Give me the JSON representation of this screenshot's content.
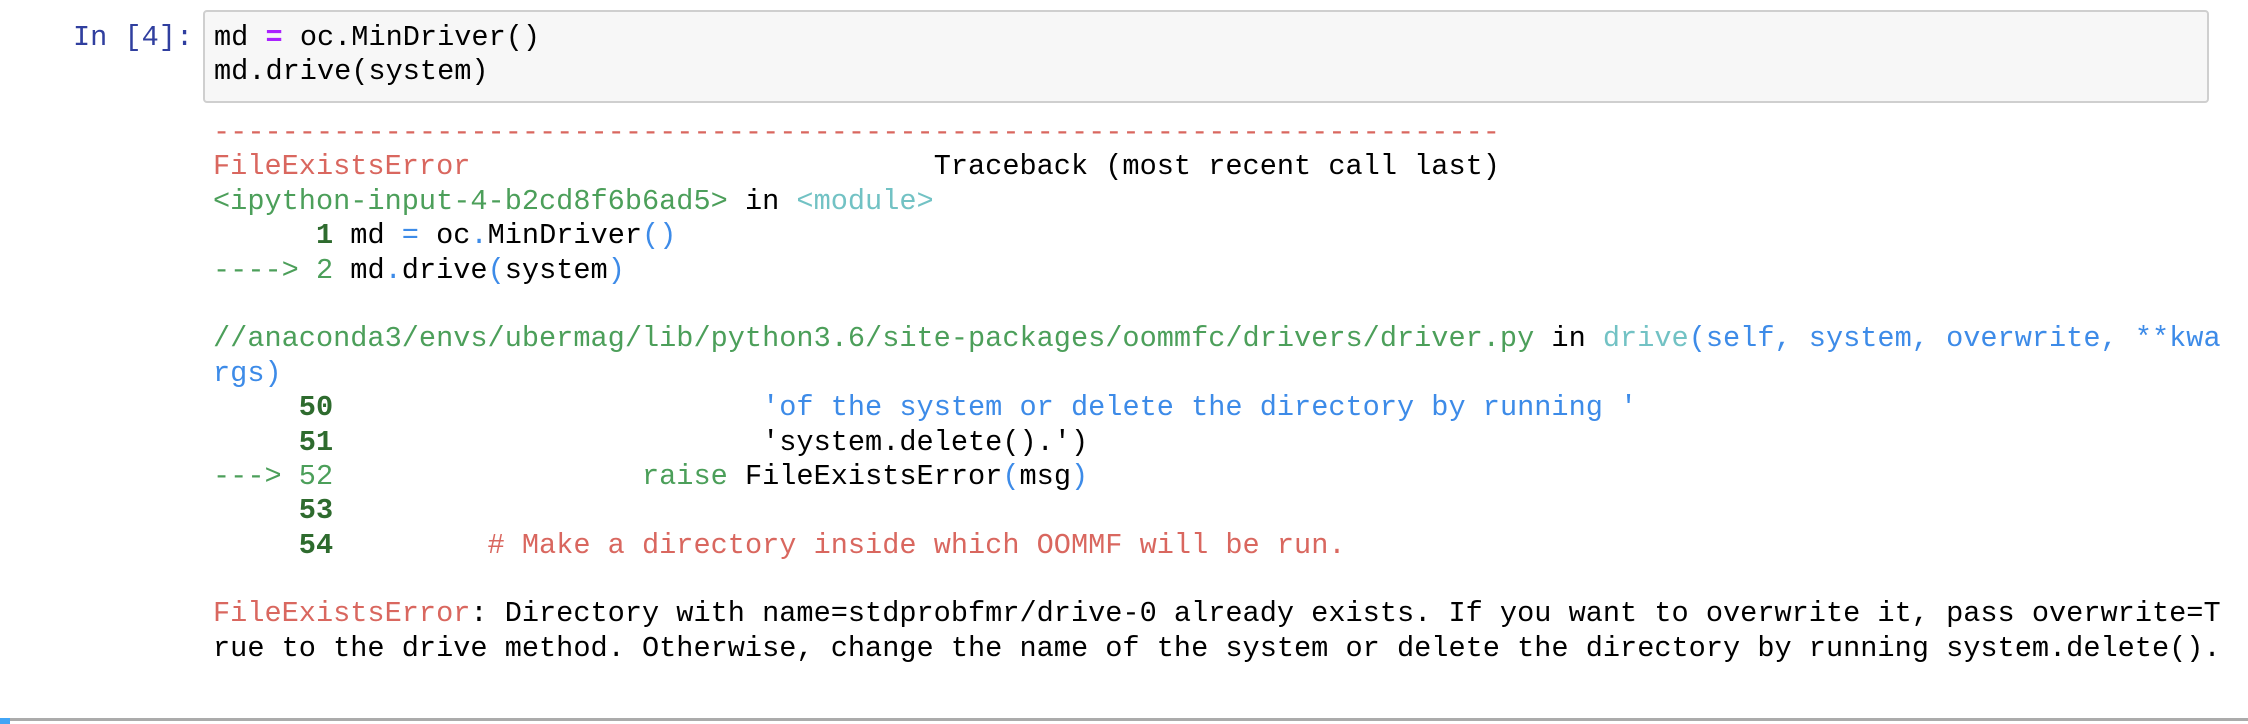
{
  "cell": {
    "prompt": "In [4]:",
    "code": {
      "line1": {
        "a": "md ",
        "eq": "=",
        "b": " oc.MinDriver()"
      },
      "line2": "md.drive(system)"
    }
  },
  "traceback": {
    "separator": "---------------------------------------------------------------------------",
    "header": {
      "error_name": "FileExistsError",
      "spacer": "                           ",
      "title": "Traceback (most recent call last)"
    },
    "frame1": {
      "location": "<ipython-input-4-b2cd8f6b6ad5>",
      "in": " in ",
      "func": "<module>",
      "lines": [
        {
          "prefix": "      ",
          "num": "1",
          "a": " md ",
          "eq": "=",
          "b": " oc",
          "dot": ".",
          "c": "MinDriver",
          "paren": "()"
        },
        {
          "arrow": "----> ",
          "num": "2",
          "a": " md",
          "dot": ".",
          "b": "drive",
          "p1": "(",
          "c": "system",
          "p2": ")"
        }
      ]
    },
    "frame2": {
      "location": "//anaconda3/envs/ubermag/lib/python3.6/site-packages/oommfc/drivers/driver.py",
      "in": " in ",
      "func": "drive",
      "args1": "(self, system, overwrite, **kwa",
      "args2": "rgs)",
      "lines": [
        {
          "prefix": "     ",
          "num": "50",
          "code": "                         'of the system or delete the directory by running '"
        },
        {
          "prefix": "     ",
          "num": "51",
          "code": "                         'system.delete().')"
        },
        {
          "arrow": "---> ",
          "num": "52",
          "kw": "                  raise",
          "a": " FileExistsError",
          "p1": "(",
          "b": "msg",
          "p2": ")"
        },
        {
          "prefix": "     ",
          "num": "53",
          "code": ""
        },
        {
          "prefix": "     ",
          "num": "54",
          "comment": "         # Make a directory inside which OOMMF will be run."
        }
      ]
    },
    "error": {
      "name": "FileExistsError",
      "message_line1": ": Directory with name=stdprobfmr/drive-0 already exists. If you want to overwrite it, pass overwrite=T",
      "message_line2": "rue to the drive method. Otherwise, change the name of the system or delete the directory by running system.delete()."
    }
  },
  "colors": {
    "prompt": "#303F9F",
    "error_red": "#D9675F",
    "green": "#4C9F5A",
    "cyan": "#72C2C4",
    "blue": "#3D8BE8",
    "operator_purple": "#AA22FF"
  }
}
